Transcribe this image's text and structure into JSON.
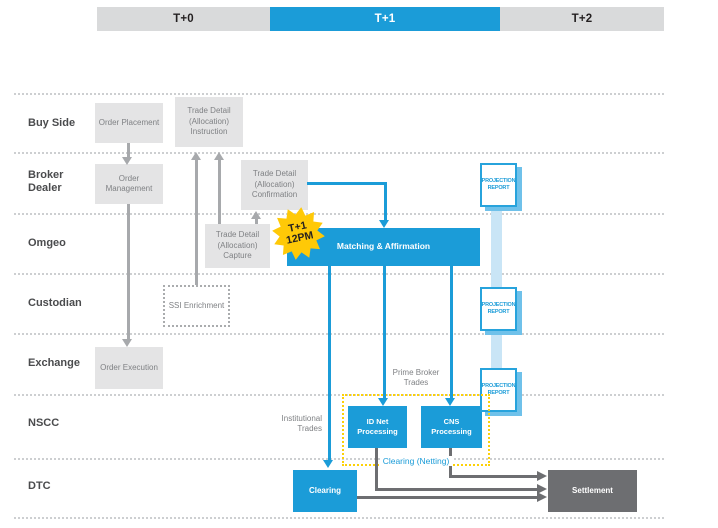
{
  "header": {
    "phases": [
      {
        "label": "T+0",
        "active": false
      },
      {
        "label": "T+1",
        "active": true
      },
      {
        "label": "T+2",
        "active": false
      }
    ]
  },
  "lanes": [
    {
      "label": "Buy Side"
    },
    {
      "label": "Broker Dealer"
    },
    {
      "label": "Omgeo"
    },
    {
      "label": "Custodian"
    },
    {
      "label": "Exchange"
    },
    {
      "label": "NSCC"
    },
    {
      "label": "DTC"
    }
  ],
  "nodes": {
    "order_placement": "Order Placement",
    "trade_detail_instruction": "Trade Detail (Allocation) Instruction",
    "order_management": "Order Management",
    "trade_detail_confirmation": "Trade Detail (Allocation) Confirmation",
    "trade_detail_capture": "Trade Detail (Allocation) Capture",
    "ssi_enrichment": "SSI Enrichment",
    "order_execution": "Order Execution",
    "matching_affirmation": "Matching & Affirmation",
    "projection_report": "PROJECTION REPORT",
    "id_net_processing": "ID Net Processing",
    "cns_processing": "CNS Processing",
    "clearing": "Clearing",
    "settlement": "Settlement"
  },
  "badge": {
    "line1": "T+1",
    "line2": "12PM"
  },
  "annotations": {
    "institutional_trades": "Institutional Trades",
    "prime_broker_trades": "Prime Broker Trades",
    "clearing_netting": "Clearing (Netting)"
  },
  "colors": {
    "accent_blue": "#1b9cd8",
    "ribbon_light_blue": "#c9e5f6",
    "box_gray": "#e4e4e5",
    "dark_gray": "#6d6e71",
    "star_yellow": "#ffc907",
    "netting_yellow": "#fdd108"
  }
}
